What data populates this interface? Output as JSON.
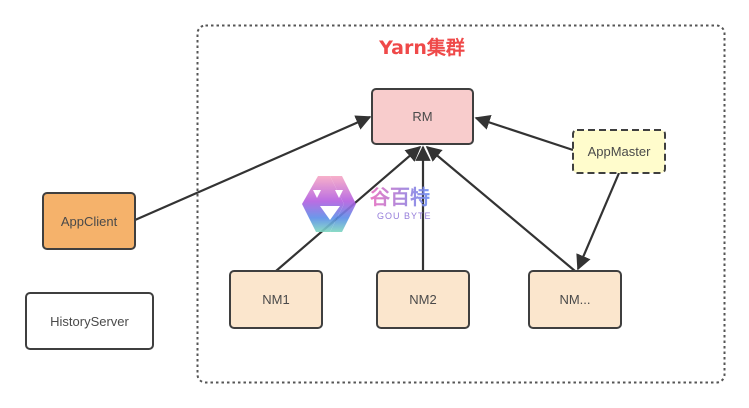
{
  "diagram": {
    "title": "Yarn集群",
    "colors": {
      "title": "#ef4949",
      "rm_fill": "#f8cccc",
      "appmaster_fill": "#fffccc",
      "appclient_fill": "#f5b26b",
      "nm_fill": "#fbe6cd",
      "historyserver_fill": "#ffffff",
      "stroke": "#3f3f3f"
    },
    "nodes": {
      "rm": "RM",
      "appmaster": "AppMaster",
      "appclient": "AppClient",
      "historyserver": "HistoryServer",
      "nm1": "NM1",
      "nm2": "NM2",
      "nm3": "NM..."
    },
    "edges": [
      {
        "from": "AppClient",
        "to": "RM"
      },
      {
        "from": "AppMaster",
        "to": "RM"
      },
      {
        "from": "NM1",
        "to": "RM"
      },
      {
        "from": "NM2",
        "to": "RM"
      },
      {
        "from": "NM...",
        "to": "RM"
      },
      {
        "from": "AppMaster",
        "to": "NM..."
      }
    ]
  },
  "watermark": {
    "cn": "谷百特",
    "en": "GOU BYTE"
  }
}
